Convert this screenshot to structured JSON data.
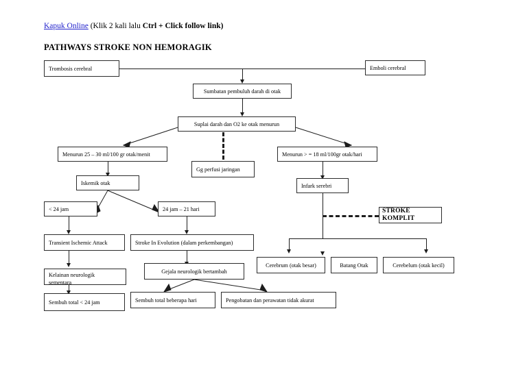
{
  "header": {
    "link_text": "Kapuk Online",
    "note_prefix": " (Klik 2 kali lalu ",
    "note_bold": "Ctrl + Click follow link)",
    "title": "PATHWAYS STROKE NON HEMORAGIK"
  },
  "nodes": {
    "trombosis": "Trombosis cerebral",
    "emboli": "Emboli cerebral",
    "sumbatan": "Sumbatan pembuluh darah di otak",
    "suplai": "Suplai darah dan O2 ke otak menurun",
    "menurun_left": "Menurun 25 – 30 ml/100 gr otak/menit",
    "gg_perfusi": "Gg perfusi jaringan",
    "menurun_right": "Menurun > = 18 ml/100gr otak/hari",
    "iskemik": "Iskemik otak",
    "infark": "Infark serebri",
    "lt24jam": "< 24 jam",
    "jam24_21hari": "24 jam – 21 hari",
    "stroke_komplit": "STROKE KOMPLIT",
    "tia": "Transient Ischemic Attack",
    "stroke_in_evolution": "Stroke In Evolution (dalam perkembangan)",
    "kelainan_line1": "Kelainan neurologik",
    "kelainan_line2": "sementara",
    "gejala": "Gejala neurologik bertambah",
    "cerebrum": "Cerebrum (otak besar)",
    "batang": "Batang Otak",
    "cerebelum": "Cerebelum (otak kecil)",
    "sembuh_24jam": "Sembuh total < 24 jam",
    "sembuh_beberapa": "Sembuh total beberapa hari",
    "pengobatan": "Pengobatan dan perawatan tidak akurat"
  },
  "colors": {
    "link": "#2222cc",
    "stroke": "#1d1d1d",
    "box_border": "#2b2b2b",
    "background": "#ffffff"
  }
}
